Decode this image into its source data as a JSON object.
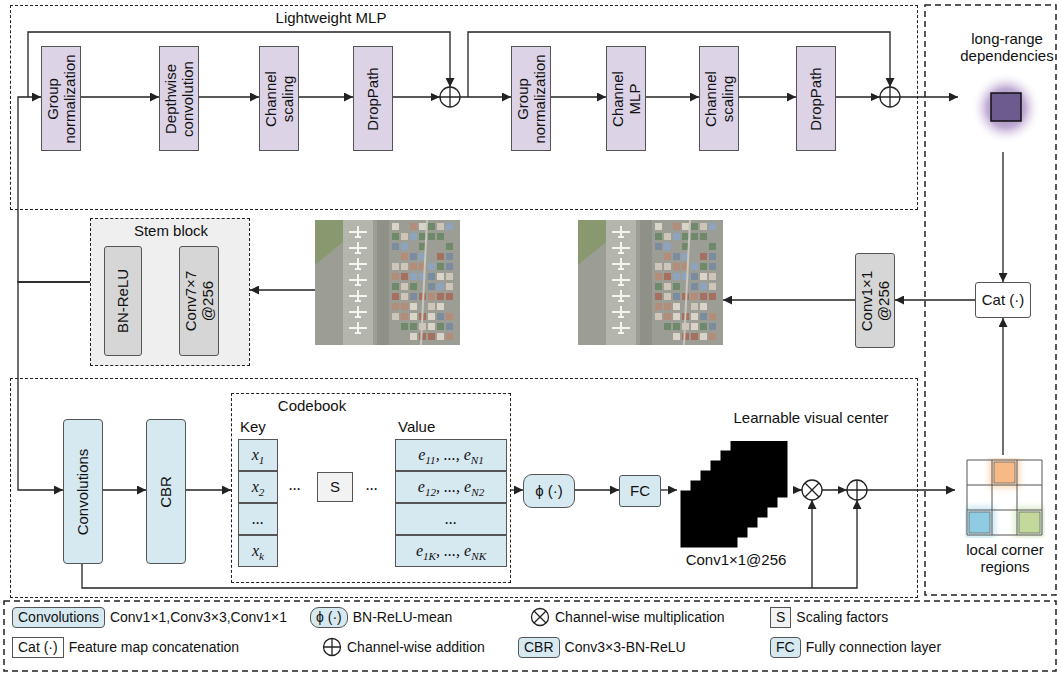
{
  "diagram": {
    "nodes": [
      {
        "text": [
          "Lightweight MLP"
        ]
      },
      {
        "text": [
          "Group normalization"
        ],
        "in": 0
      },
      {
        "text": [
          "Depthwise convolution"
        ],
        "in": 0
      },
      {
        "text": [
          "Channel scaling"
        ],
        "in": 0
      },
      {
        "text": [
          "DropPath"
        ],
        "in": 0
      },
      {
        "text": [
          "Group normalization"
        ],
        "in": 0
      },
      {
        "text": [
          "Channel MLP"
        ],
        "in": 0
      },
      {
        "text": [
          "Channel scaling"
        ],
        "in": 0
      },
      {
        "text": [
          "DropPath"
        ],
        "in": 0
      },
      {
        "text": [
          "long-range dependencies"
        ]
      },
      {
        "text": [
          "Stem block"
        ]
      },
      {
        "text": [
          "BN-ReLU"
        ],
        "in": 10
      },
      {
        "text": [
          "Conv7×7 @256"
        ],
        "in": 10
      },
      {
        "text": [
          "Conv1×1 @256"
        ]
      },
      {
        "text": [
          "Cat (·)"
        ]
      },
      {
        "text": [
          "Learnable visual center"
        ]
      },
      {
        "text": [
          "Convolutions"
        ],
        "in": 15
      },
      {
        "text": [
          "CBR"
        ],
        "in": 15
      },
      {
        "text": [
          "Codebook",
          "Key",
          "Value"
        ],
        "in": 15
      },
      {
        "text": [
          "x1"
        ],
        "in": 18
      },
      {
        "text": [
          "x2"
        ],
        "in": 18
      },
      {
        "text": [
          "..."
        ],
        "in": 18
      },
      {
        "text": [
          "xk"
        ],
        "in": 18
      },
      {
        "text": [
          "S"
        ],
        "in": 18
      },
      {
        "text": [
          "e11, ..., eN1"
        ],
        "in": 18
      },
      {
        "text": [
          "e12, ..., eN2"
        ],
        "in": 18
      },
      {
        "text": [
          "..."
        ],
        "in": 18
      },
      {
        "text": [
          "e1K, ..., eNK"
        ],
        "in": 18
      },
      {
        "text": [
          "ϕ (·)"
        ],
        "in": 15
      },
      {
        "text": [
          "FC"
        ],
        "in": 15
      },
      {
        "text": [
          "Conv1×1@256"
        ],
        "in": 15
      },
      {
        "text": [
          "local corner regions"
        ]
      }
    ],
    "edges": [
      {
        "from": 1,
        "to": 2,
        "arrow": "to"
      },
      {
        "from": 2,
        "to": 3,
        "arrow": "to"
      },
      {
        "from": 3,
        "to": 4,
        "arrow": "to"
      },
      {
        "from": 4,
        "to": 5,
        "arrow": "to"
      },
      {
        "from": 5,
        "to": 6,
        "arrow": "to"
      },
      {
        "from": 6,
        "to": 7,
        "arrow": "to"
      },
      {
        "from": 7,
        "to": 8,
        "arrow": "to"
      },
      {
        "from": 8,
        "to": 9,
        "arrow": "to"
      },
      {
        "from": 9,
        "to": 14,
        "arrow": "to"
      },
      {
        "from": 31,
        "to": 14,
        "arrow": "to"
      },
      {
        "from": 14,
        "to": 13,
        "arrow": "to"
      },
      {
        "from": 10,
        "to": 1,
        "arrow": "to"
      },
      {
        "from": 10,
        "to": 16,
        "arrow": "to"
      },
      {
        "from": 16,
        "to": 17,
        "arrow": "to"
      },
      {
        "from": 17,
        "to": 18,
        "arrow": "to"
      },
      {
        "from": 18,
        "to": 28,
        "arrow": "to"
      },
      {
        "from": 28,
        "to": 29,
        "arrow": "to"
      },
      {
        "from": 29,
        "to": 30,
        "arrow": "to"
      },
      {
        "from": 30,
        "to": 31,
        "arrow": "to"
      }
    ],
    "labels": [
      "...",
      "...",
      "Convolutions",
      "ϕ (·)",
      "S",
      "Cat (·)",
      "CBR",
      "FC"
    ],
    "legend": [
      {
        "text": "Conv1×1,Conv3×3,Conv1×1",
        "color": "#d6e9f1"
      },
      {
        "text": "BN-ReLU-mean",
        "color": "#d6e9f1"
      },
      {
        "text": "Channel-wise multiplication"
      },
      {
        "text": "Scaling factors",
        "color": "#f2f2f2"
      },
      {
        "text": "Feature map concatenation",
        "color": "#ffffff"
      },
      {
        "text": "Channel-wise addition"
      },
      {
        "text": "Conv3×3-BN-ReLU",
        "color": "#d6e9f1"
      },
      {
        "text": "Fully connection layer",
        "color": "#d6e9f1"
      }
    ]
  }
}
